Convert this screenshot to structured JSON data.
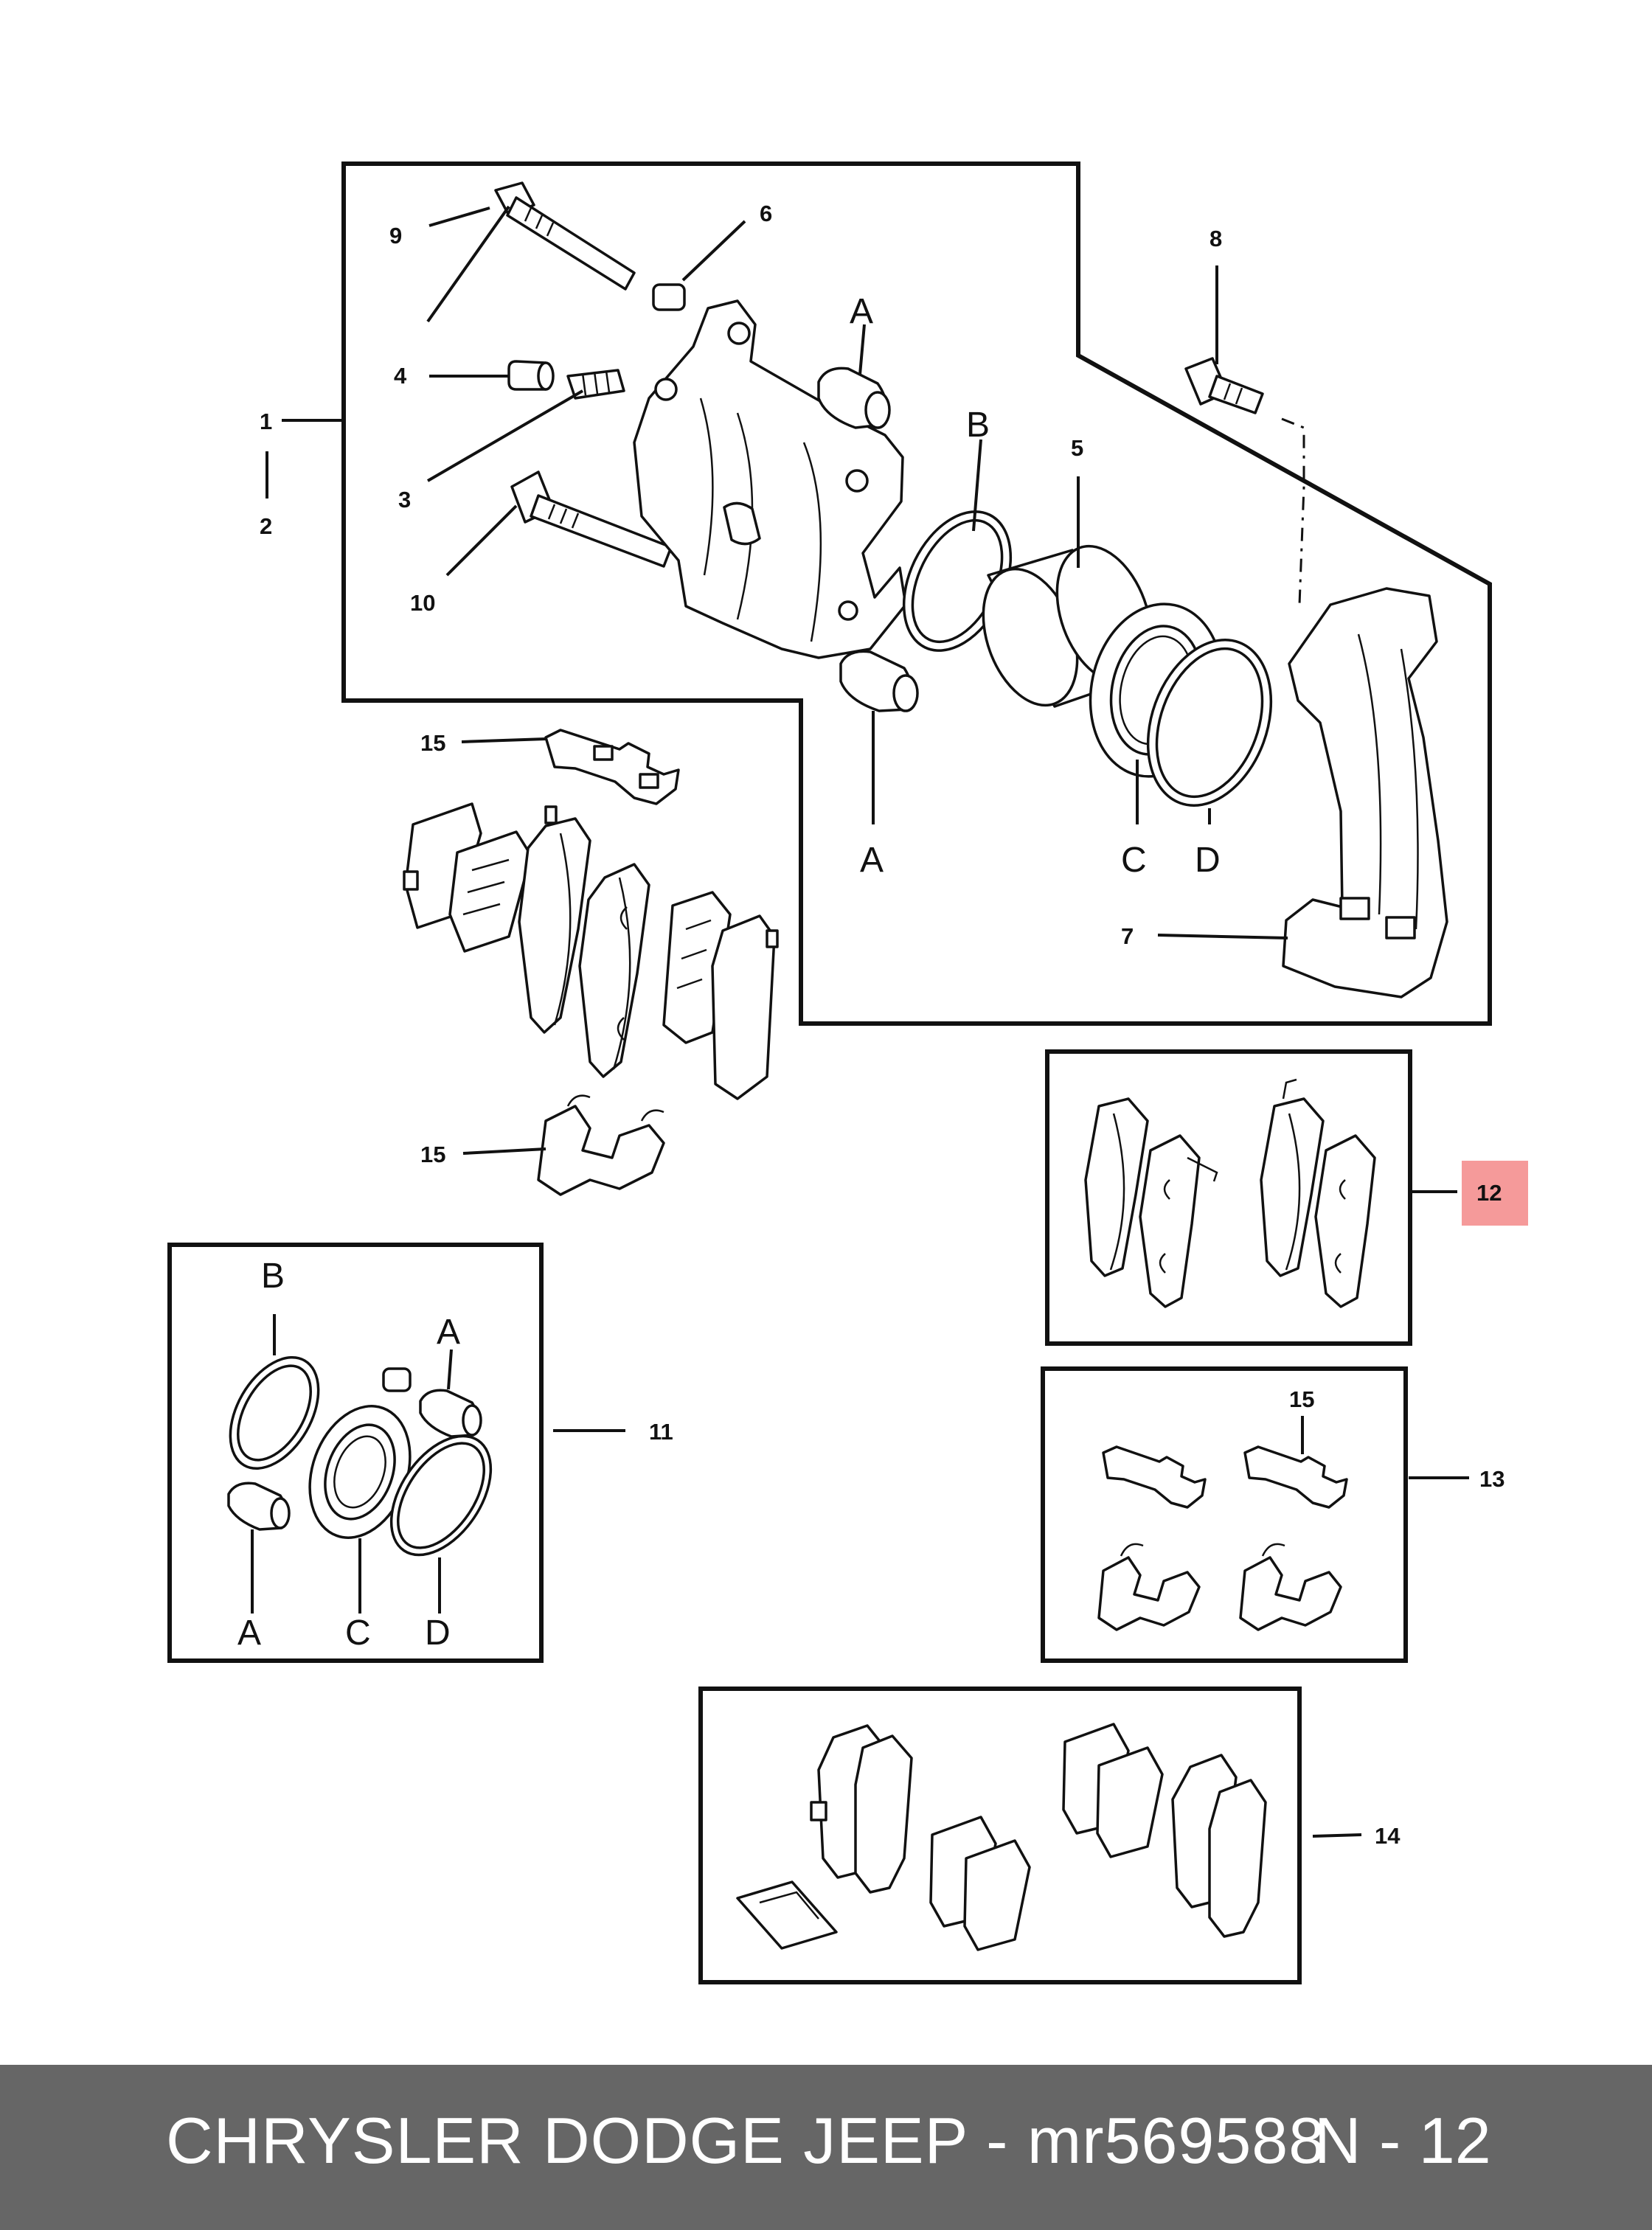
{
  "callouts": {
    "c1": "1",
    "c2": "2",
    "c3": "3",
    "c4": "4",
    "c5": "5",
    "c6": "6",
    "c7": "7",
    "c8": "8",
    "c9": "9",
    "c10": "10",
    "c11": "11",
    "c12": "12",
    "c13": "13",
    "c14": "14",
    "c15a": "15",
    "c15b": "15",
    "c15c": "15"
  },
  "seal_letters": {
    "main_a_top": "A",
    "main_b": "B",
    "main_a_bottom": "A",
    "main_c": "C",
    "main_d": "D",
    "kit_b": "B",
    "kit_a_top": "A",
    "kit_a_bottom": "A",
    "kit_c": "C",
    "kit_d": "D"
  },
  "footer": {
    "title": "CHRYSLER DODGE JEEP - mr569588",
    "page": "N - 12"
  },
  "colors": {
    "highlight": "#f59a9a",
    "footer_bg": "#666666",
    "footer_text": "#ffffff",
    "line": "#111111"
  }
}
